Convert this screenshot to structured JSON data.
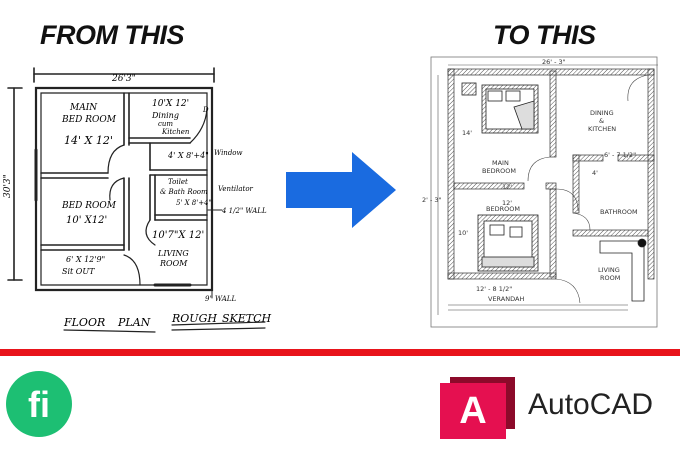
{
  "headings": {
    "from": "FROM THIS",
    "to": "TO THIS"
  },
  "sketch": {
    "overall_width": "26'3\"",
    "overall_height": "30'3\"",
    "main_bedroom_label_1": "MAIN",
    "main_bedroom_label_2": "BED ROOM",
    "main_bedroom_dim": "14' X 12'",
    "dining_dim": "10'X 12'",
    "dining_label_1": "Dining",
    "dining_label_2": "cum",
    "dining_label_3": "Kitchen",
    "window_label": "Window",
    "door_d": "D",
    "passage_dim": "4' X 8'+4\"",
    "bedroom_label": "BED ROOM",
    "bedroom_dim": "10' X12'",
    "toilet_label_1": "Toilet",
    "toilet_label_2": "& Bath Room",
    "toilet_dim": "5' X 8'+4\"",
    "ventilator": "Ventilator",
    "wall_note": "4 1/2\" WALL",
    "living_dim": "10'7\"X 12'",
    "living_label_1": "LIVING",
    "living_label_2": "ROOM",
    "sitout_dim": "6' X 12'9\"",
    "sitout_label": "Sit OUT",
    "wall_9": "9\" WALL",
    "caption_1": "FLOOR",
    "caption_2": "PLAN",
    "caption_3": "ROUGH",
    "caption_4": "SKETCH"
  },
  "cad": {
    "overall_width": "26' - 3\"",
    "overall_height": "2' - 3\"",
    "dining_1": "DINING",
    "dining_2": "&",
    "dining_3": "KITCHEN",
    "main_bedroom_1": "MAIN",
    "main_bedroom_2": "BEDROOM",
    "main_dim": "14'",
    "passage_dim": "6' - 7 1/2\"",
    "four": "4'",
    "twelve_1": "12'",
    "twelve_2": "12'",
    "bedroom": "BEDROOM",
    "ten": "10'",
    "bathroom": "BATHROOM",
    "living_1": "LIVING",
    "living_2": "ROOM",
    "verandah_dim": "12' - 8 1/2\"",
    "verandah": "VERANDAH"
  },
  "brand": {
    "fiverr_glyph": "fi",
    "autocad_letter": "A",
    "autocad_name": "AutoCAD",
    "fiverr_color": "#1dbf73",
    "autocad_color": "#e51050",
    "divider_color": "#e8141b",
    "arrow_color": "#1a6be0"
  }
}
